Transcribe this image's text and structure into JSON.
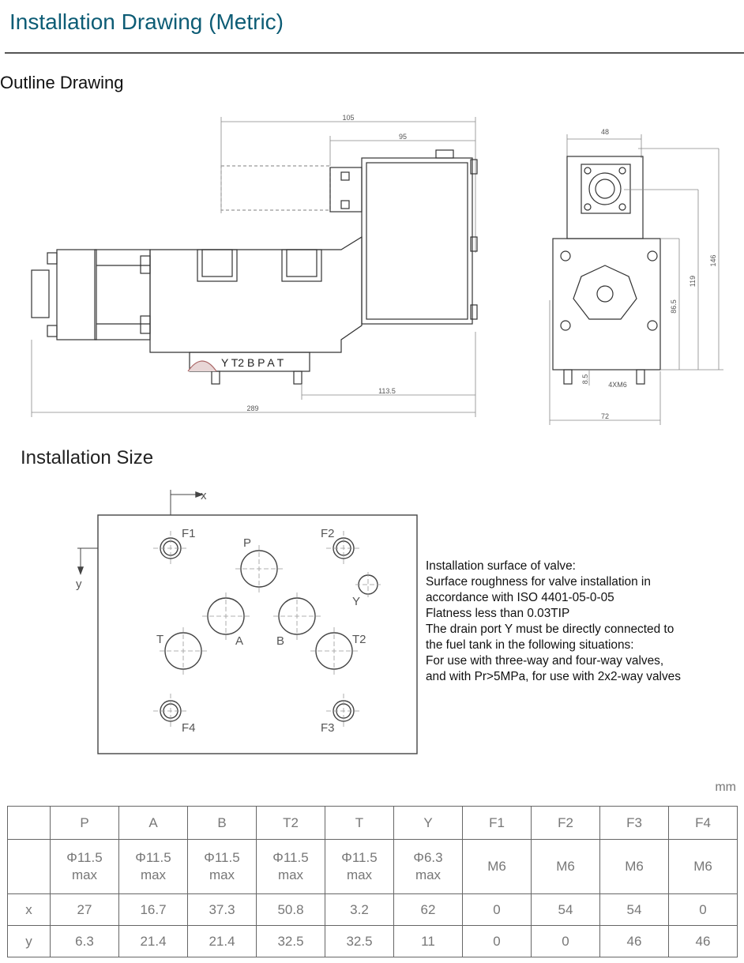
{
  "header": {
    "title": "Installation Drawing (Metric)"
  },
  "outline": {
    "title": "Outline Drawing",
    "dims": {
      "d105": "105",
      "d95": "95",
      "d289": "289",
      "d113_5": "113.5",
      "d48": "48",
      "d146": "146",
      "d119": "119",
      "d86_5": "86.5",
      "d8_5": "8.5",
      "d72": "72",
      "thread": "4XM6"
    },
    "port_labels": "Y T2 B P A T"
  },
  "installation": {
    "title": "Installation Size",
    "axes": {
      "x": "x",
      "y": "y"
    },
    "ports": {
      "P": "P",
      "A": "A",
      "B": "B",
      "T": "T",
      "T2": "T2",
      "Y": "Y",
      "F1": "F1",
      "F2": "F2",
      "F3": "F3",
      "F4": "F4"
    },
    "notes": [
      "Installation surface of valve:",
      "Surface roughness for valve installation in",
      "accordance with ISO 4401-05-0-05",
      "Flatness less than 0.03TIP",
      "The drain port Y must be directly connected to",
      "the fuel tank in the following situations:",
      "For use with three-way and four-way valves,",
      "and with Pr>5MPa, for use with 2x2-way valves"
    ]
  },
  "table": {
    "unit": "mm",
    "headers": [
      "",
      "P",
      "A",
      "B",
      "T2",
      "T",
      "Y",
      "F1",
      "F2",
      "F3",
      "F4"
    ],
    "size_row": [
      [
        "",
        ""
      ],
      [
        "Φ11.5",
        "max"
      ],
      [
        "Φ11.5",
        "max"
      ],
      [
        "Φ11.5",
        "max"
      ],
      [
        "Φ11.5",
        "max"
      ],
      [
        "Φ11.5",
        "max"
      ],
      [
        "Φ6.3",
        "max"
      ],
      [
        "M6",
        ""
      ],
      [
        "M6",
        ""
      ],
      [
        "M6",
        ""
      ],
      [
        "M6",
        ""
      ]
    ],
    "x_row": [
      "x",
      "27",
      "16.7",
      "37.3",
      "50.8",
      "3.2",
      "62",
      "0",
      "54",
      "54",
      "0"
    ],
    "y_row": [
      "y",
      "6.3",
      "21.4",
      "21.4",
      "32.5",
      "32.5",
      "11",
      "0",
      "0",
      "46",
      "46"
    ]
  }
}
